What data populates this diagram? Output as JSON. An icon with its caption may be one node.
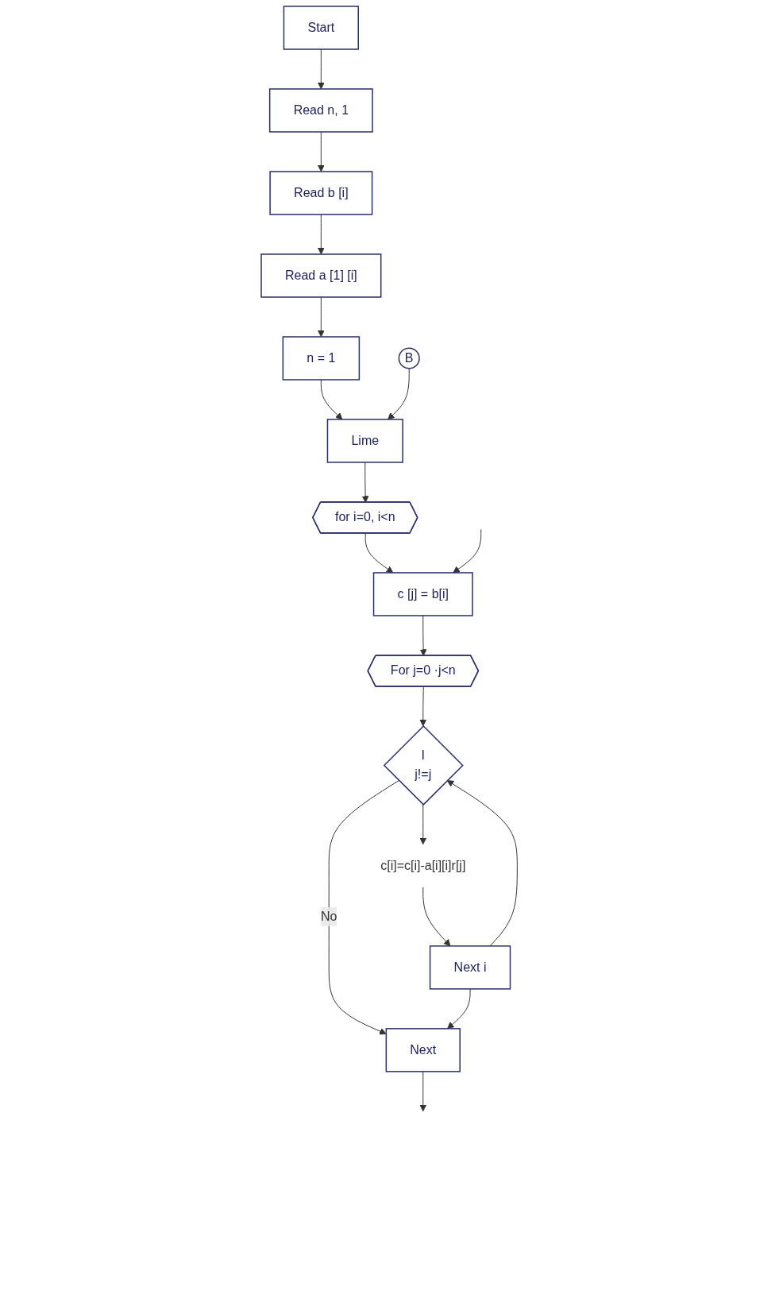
{
  "diagram": {
    "nodes": [
      {
        "text": [
          "Start"
        ]
      },
      {
        "text": [
          "Read n, 1"
        ]
      },
      {
        "text": [
          "Read b [i]"
        ]
      },
      {
        "text": [
          "Read a [1] [i]"
        ]
      },
      {
        "text": [
          "n = 1"
        ]
      },
      {
        "text": [
          "B"
        ]
      },
      {
        "text": [
          "Lime"
        ]
      },
      {
        "text": [
          "for i=0, i<n"
        ]
      },
      {
        "text": [
          "c [j] = b[i]"
        ]
      },
      {
        "text": [
          "For j=0 ·j<n"
        ]
      },
      {
        "text": [
          "I",
          "j!=j"
        ]
      },
      {
        "text": [
          "c[i]=c[i]-a[i][i]r[j]"
        ]
      },
      {
        "text": [
          "Next i"
        ]
      },
      {
        "text": [
          "Next"
        ]
      }
    ],
    "edges": [
      {
        "from": 0,
        "to": 1,
        "arrow": "to"
      },
      {
        "from": 1,
        "to": 2,
        "arrow": "to"
      },
      {
        "from": 2,
        "to": 3,
        "arrow": "to"
      },
      {
        "from": 3,
        "to": 4,
        "arrow": "to"
      },
      {
        "from": 4,
        "to": 6,
        "arrow": "to"
      },
      {
        "from": 5,
        "to": 6,
        "arrow": "to"
      },
      {
        "from": 6,
        "to": 7,
        "arrow": "to"
      },
      {
        "from": 7,
        "to": 8,
        "arrow": "to"
      },
      {
        "from": 8,
        "to": 9,
        "arrow": "to"
      },
      {
        "from": 9,
        "to": 10,
        "arrow": "to"
      },
      {
        "from": 10,
        "to": 11,
        "arrow": "to"
      },
      {
        "from": 10,
        "to": 13,
        "label": "No",
        "arrow": "to"
      },
      {
        "from": 11,
        "to": 12,
        "arrow": "to"
      },
      {
        "from": 12,
        "to": 13,
        "arrow": "to"
      },
      {
        "from": 12,
        "to": 10,
        "arrow": "to"
      },
      {
        "from": null,
        "to": 8,
        "arrow": "to"
      },
      {
        "from": 13,
        "to": null,
        "arrow": "to"
      }
    ]
  }
}
